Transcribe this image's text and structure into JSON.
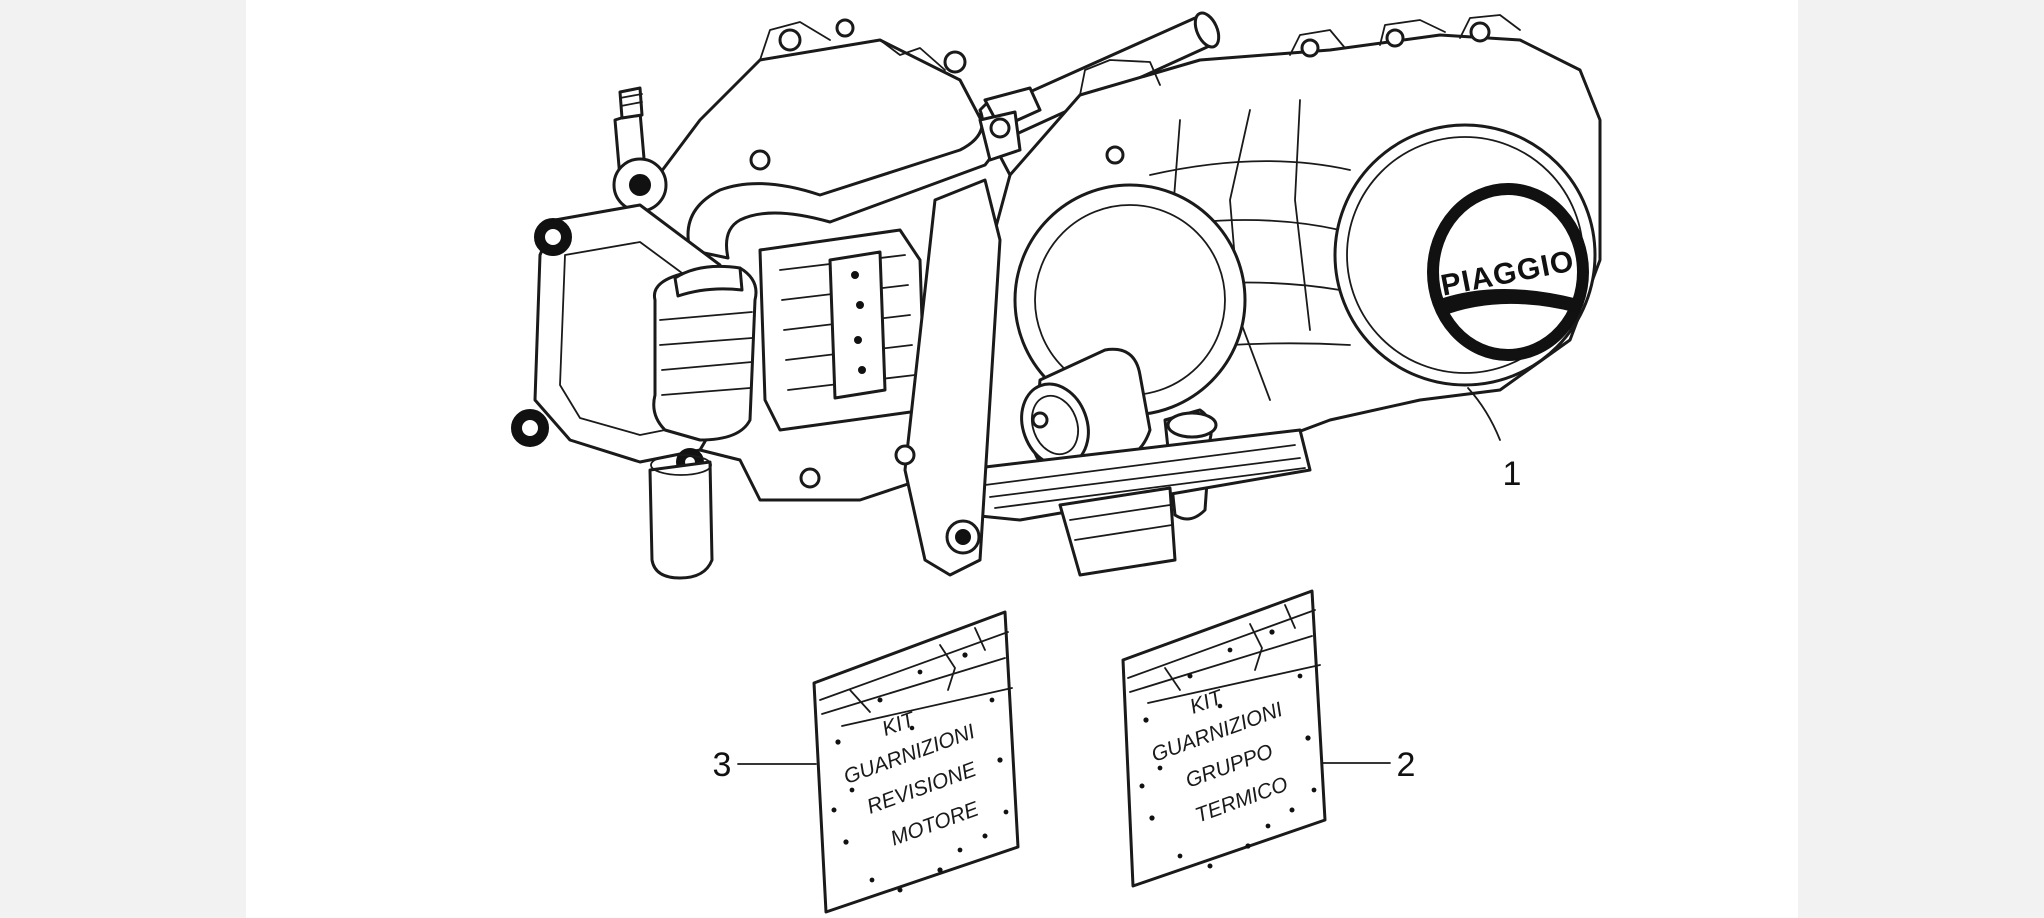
{
  "brand": "PIAGGIO",
  "callouts": {
    "engine": "1",
    "kit_thermal": "2",
    "kit_overhaul": "3"
  },
  "bag_overhaul": {
    "line1": "KIT",
    "line2": "GUARNIZIONI",
    "line3": "REVISIONE",
    "line4": "MOTORE"
  },
  "bag_thermal": {
    "line1": "KIT",
    "line2": "GUARNIZIONI",
    "line3": "GRUPPO",
    "line4": "TERMICO"
  }
}
